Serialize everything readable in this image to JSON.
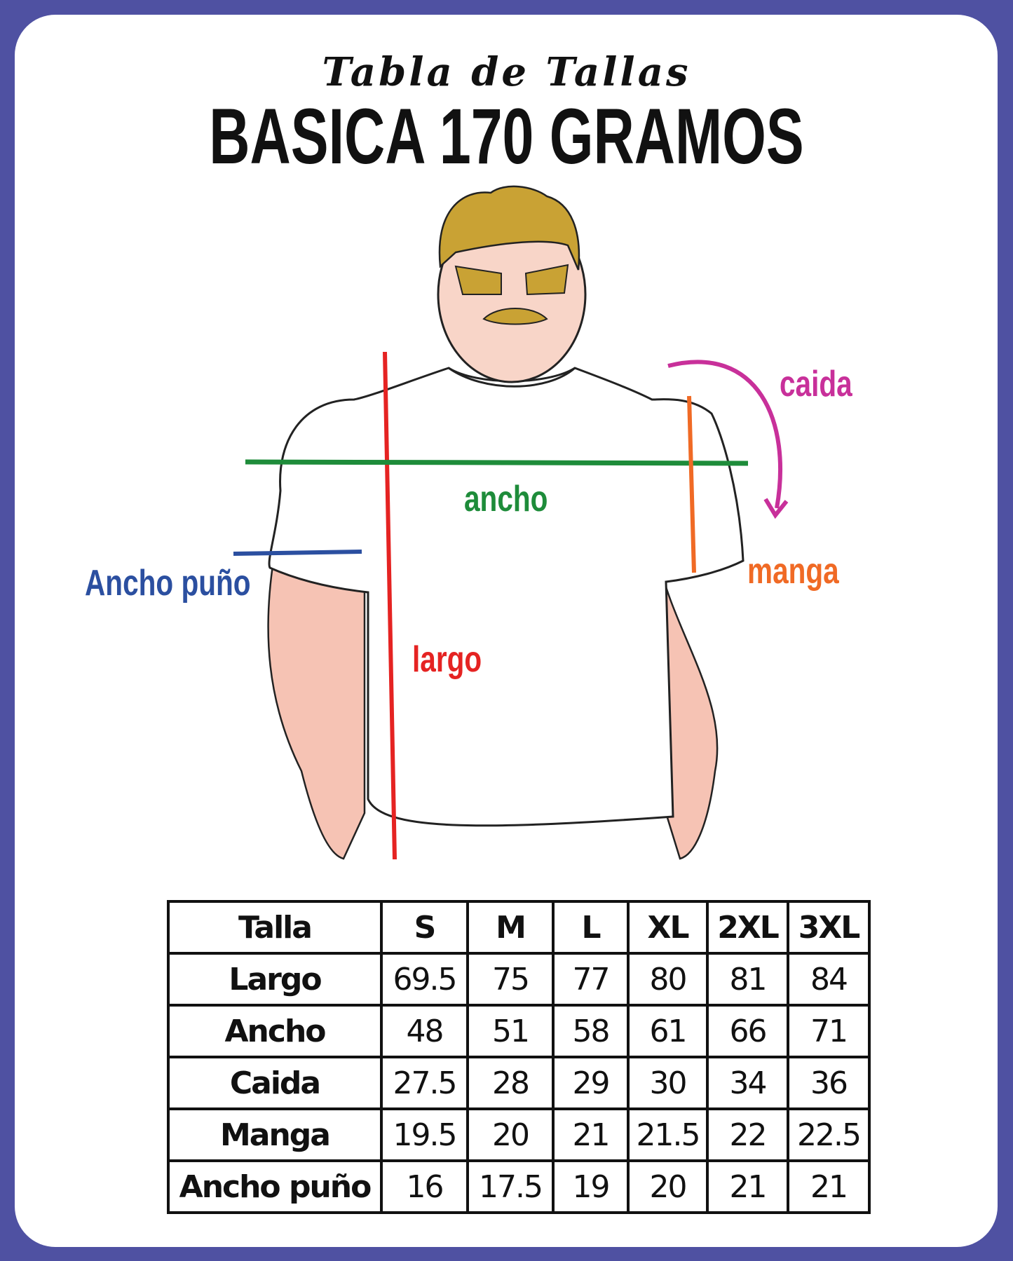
{
  "title": "Tabla de Tallas",
  "subtitle": "BASICA 170 GRAMOS",
  "labels": {
    "caida": "caida",
    "ancho": "ancho",
    "ancho_puno": "Ancho puño",
    "manga": "manga",
    "largo": "largo"
  },
  "colors": {
    "border": "#4f51a2",
    "caida": "#c8309a",
    "ancho": "#1e8c3a",
    "ancho_puno": "#2b4fa0",
    "manga": "#f06a25",
    "largo": "#e52322"
  },
  "table": {
    "header": [
      "Talla",
      "S",
      "M",
      "L",
      "XL",
      "2XL",
      "3XL"
    ],
    "rows": [
      [
        "Largo",
        "69.5",
        "75",
        "77",
        "80",
        "81",
        "84"
      ],
      [
        "Ancho",
        "48",
        "51",
        "58",
        "61",
        "66",
        "71"
      ],
      [
        "Caida",
        "27.5",
        "28",
        "29",
        "30",
        "34",
        "36"
      ],
      [
        "Manga",
        "19.5",
        "20",
        "21",
        "21.5",
        "22",
        "22.5"
      ],
      [
        "Ancho puño",
        "16",
        "17.5",
        "19",
        "20",
        "21",
        "21"
      ]
    ]
  }
}
